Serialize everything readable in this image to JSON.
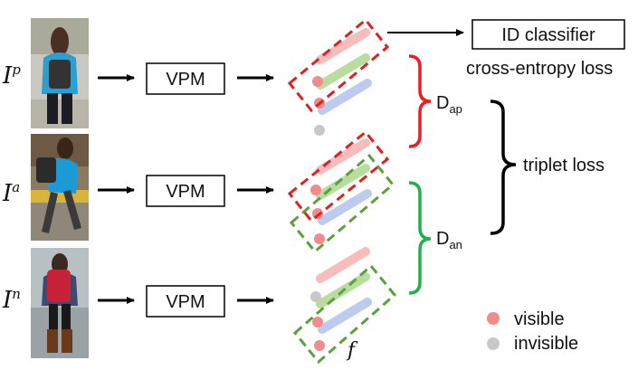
{
  "inputs": [
    {
      "base": "I",
      "sup": "p"
    },
    {
      "base": "I",
      "sup": "a"
    },
    {
      "base": "I",
      "sup": "n"
    }
  ],
  "vpm_label": "VPM",
  "id_classifier_label": "ID classifier",
  "cross_entropy_label": "cross-entropy loss",
  "d_ap": {
    "base": "D",
    "sub": "ap"
  },
  "d_an": {
    "base": "D",
    "sub": "an"
  },
  "triplet_label": "triplet loss",
  "feature_label": "f",
  "legend": {
    "visible_label": "visible",
    "invisible_label": "invisible"
  },
  "colors": {
    "visible_dot": "#f28b8b",
    "invisible_dot": "#c8c8c8",
    "bar_top": "#f7bcbc",
    "bar_mid": "#b9dc9f",
    "bar_bot": "#bccbef",
    "red_box": "#e02020",
    "green_box": "#5aa03c",
    "red_brace": "#ee1c24",
    "green_brace": "#22b04b"
  }
}
